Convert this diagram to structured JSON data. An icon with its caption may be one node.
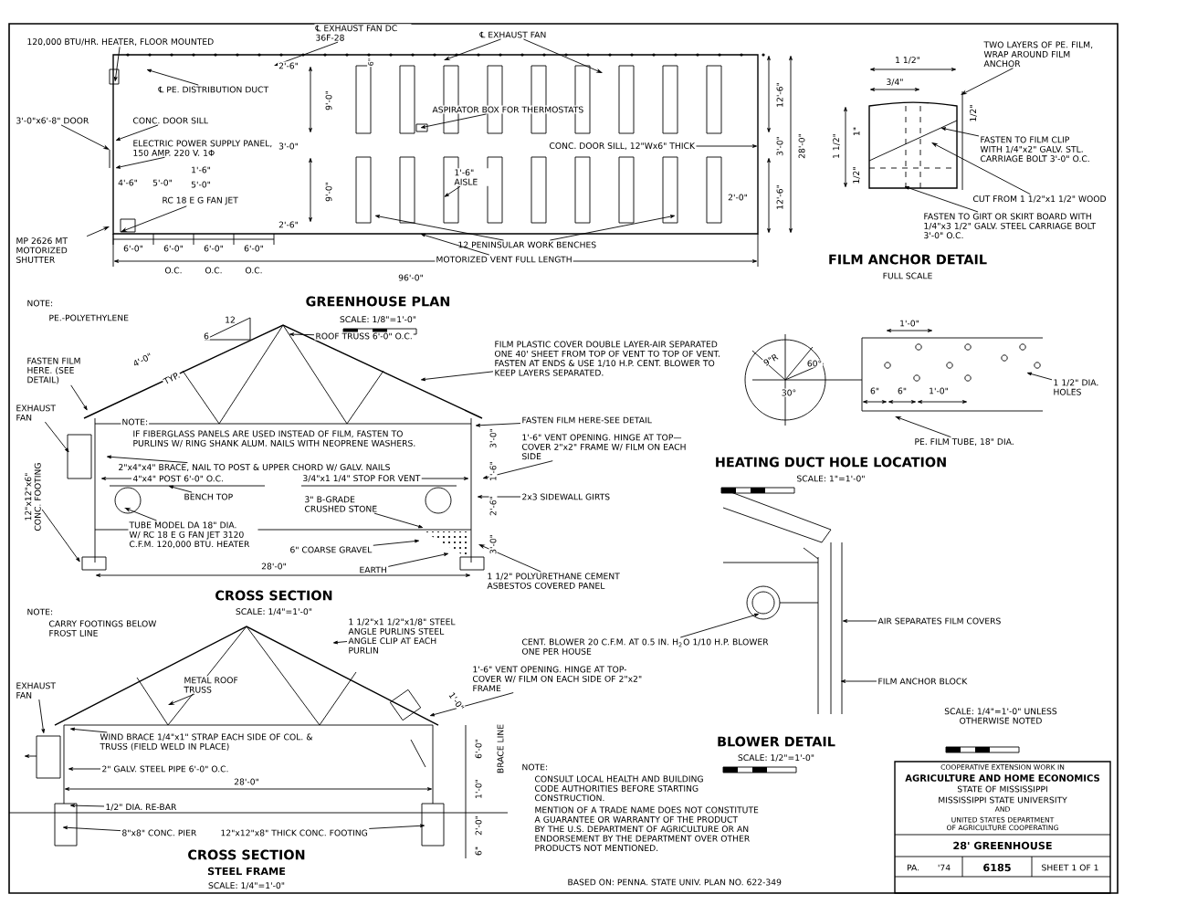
{
  "diagram": {
    "nodes": [
      {
        "text": [],
        "shape": "picture"
      },
      {
        "text": [
          "120,000 BTU/HR. HEATER, FLOOR MOUNTED"
        ]
      },
      {
        "text": [
          "℄ EXHAUST FAN DC 36F-28"
        ]
      },
      {
        "text": [
          "℄ EXHAUST FAN"
        ]
      },
      {
        "text": [
          "℄ PE. DISTRIBUTION DUCT"
        ],
        "in": 0
      },
      {
        "text": [
          "ASPIRATOR BOX FOR THERMOSTATS"
        ],
        "in": 0
      },
      {
        "text": [
          "3'-0\"x6'-8\" DOOR"
        ]
      },
      {
        "text": [
          "CONC. DOOR SILL"
        ],
        "in": 0
      },
      {
        "text": [
          "ELECTRIC POWER SUPPLY PANEL, 150 AMP. 220 V. 1Φ"
        ],
        "in": 0
      },
      {
        "text": [
          "CONC. DOOR SILL, 12\"Wx6\" THICK"
        ],
        "in": 0
      },
      {
        "text": [
          "1'-6\" AISLE"
        ],
        "in": 0
      },
      {
        "text": [
          "RC 18 E G FAN JET"
        ],
        "in": 0
      },
      {
        "text": [
          "12 PENINSULAR WORK BENCHES"
        ]
      },
      {
        "text": [
          "MOTORIZED VENT FULL LENGTH"
        ]
      },
      {
        "text": [
          "MP 2626 MT MOTORIZED SHUTTER"
        ]
      },
      {
        "text": [],
        "shape": "picture"
      },
      {
        "text": [
          "FASTEN FILM HERE. (SEE DETAIL)"
        ]
      },
      {
        "text": [
          "EXHAUST FAN"
        ]
      },
      {
        "text": [
          "ROOF TRUSS 6'-0\" O.C."
        ],
        "in": 15
      },
      {
        "text": [
          "FILM PLASTIC COVER DOUBLE LAYER-AIR SEPARATED ONE 40' SHEET FROM TOP OF VENT TO TOP OF VENT. FASTEN AT ENDS & USE 1/10 H.P. CENT. BLOWER TO KEEP LAYERS SEPARATED."
        ]
      },
      {
        "text": [
          "FASTEN FILM HERE-SEE DETAIL"
        ]
      },
      {
        "text": [
          "1'-6\" VENT OPENING. HINGE AT TOP—COVER 2\"x2\" FRAME W/ FILM ON EACH SIDE"
        ]
      },
      {
        "text": [
          "2x3 SIDEWALL GIRTS"
        ]
      },
      {
        "text": [
          "4\"x4\" POST 6'-0\" O.C."
        ],
        "in": 15
      },
      {
        "text": [
          "2\"x4\"x4\" BRACE, NAIL TO POST & UPPER CHORD W/ GALV. NAILS"
        ],
        "in": 15
      },
      {
        "text": [
          "3/4\"x1 1/4\" STOP FOR VENT"
        ],
        "in": 15
      },
      {
        "text": [
          "BENCH TOP"
        ],
        "in": 15
      },
      {
        "text": [
          "3\" B-GRADE CRUSHED STONE"
        ],
        "in": 15
      },
      {
        "text": [
          "TUBE MODEL DA 18\" DIA. W/ RC 18 E G FAN JET 3120 C.F.M. 120,000 BTU. HEATER"
        ],
        "in": 15
      },
      {
        "text": [
          "6\" COARSE GRAVEL"
        ],
        "in": 15
      },
      {
        "text": [
          "EARTH"
        ],
        "in": 15
      },
      {
        "text": [
          "1 1/2\" POLYURETHANE CEMENT ASBESTOS COVERED PANEL"
        ]
      },
      {
        "text": [
          "12\"x12\"x6\" CONC. FOOTING"
        ]
      },
      {
        "text": [],
        "shape": "picture"
      },
      {
        "text": [
          "TWO LAYERS OF PE. FILM, WRAP AROUND FILM ANCHOR"
        ]
      },
      {
        "text": [
          "FASTEN TO FILM CLIP WITH 1/4\"x2\" GALV. STL. CARRIAGE BOLT 3'-0\" O.C."
        ]
      },
      {
        "text": [
          "CUT FROM 1 1/2\"x1 1/2\" WOOD"
        ]
      },
      {
        "text": [
          "FASTEN TO GIRT OR SKIRT BOARD WITH 1/4\"x3 1/2\" GALV. STEEL CARRIAGE BOLT 3'-0\" O.C."
        ]
      },
      {
        "text": [],
        "shape": "picture"
      },
      {
        "text": [
          "PE. FILM TUBE, 18\" DIA."
        ]
      },
      {
        "text": [
          "1 1/2\" DIA. HOLES"
        ]
      },
      {
        "text": [],
        "shape": "picture"
      },
      {
        "text": [
          "CENT. BLOWER 20 C.F.M. AT 0.5 IN. H$_{2}$O 1/10 H.P. BLOWER ONE PER HOUSE"
        ]
      },
      {
        "text": [
          "AIR SEPARATES FILM COVERS"
        ]
      },
      {
        "text": [
          "FILM ANCHOR BLOCK"
        ]
      },
      {
        "text": [],
        "shape": "picture"
      },
      {
        "text": [
          "EXHAUST FAN"
        ]
      },
      {
        "text": [
          "METAL ROOF TRUSS"
        ],
        "in": 45
      },
      {
        "text": [
          "1 1/2\"x1 1/2\"x1/8\" STEEL ANGLE PURLINS STEEL ANGLE CLIP AT EACH PURLIN"
        ]
      },
      {
        "text": [
          "1'-6\" VENT OPENING. HINGE AT TOP-COVER W/ FILM ON EACH SIDE OF 2\"x2\" FRAME"
        ]
      },
      {
        "text": [
          "WIND BRACE 1/4\"x1\" STRAP EACH SIDE OF COL. & TRUSS (FIELD WELD IN PLACE)"
        ],
        "in": 45
      },
      {
        "text": [
          "2\" GALV. STEEL PIPE 6'-0\" O.C."
        ],
        "in": 45
      },
      {
        "text": [
          "1/2\" DIA. RE-BAR"
        ],
        "in": 45
      },
      {
        "text": [
          "8\"x8\" CONC. PIER"
        ],
        "in": 45
      },
      {
        "text": [
          "12\"x12\"x8\" THICK CONC. FOOTING"
        ],
        "in": 45
      },
      {
        "text": [
          "COOPERATIVE EXTENSION WORK IN",
          "AGRICULTURE AND HOME ECONOMICS",
          "STATE OF MISSISSIPPI",
          "MISSISSIPPI STATE UNIVERSITY",
          "AND",
          "UNITED STATES DEPARTMENT OF AGRICULTURE COOPERATING",
          "28' GREENHOUSE",
          "PA.",
          "'74",
          "6185",
          "SHEET 1 OF 1"
        ]
      }
    ],
    "edges": [
      {
        "from": 1,
        "to": 0,
        "arrow": "to"
      },
      {
        "from": 2,
        "to": 0,
        "arrow": "to"
      },
      {
        "from": 3,
        "to": 0,
        "arrow": "to"
      },
      {
        "from": 3,
        "to": 0,
        "arrow": "to"
      },
      {
        "from": 4,
        "to": 0,
        "arrow": "to"
      },
      {
        "from": 5,
        "to": 0,
        "arrow": "to"
      },
      {
        "from": 6,
        "to": 0,
        "arrow": "to"
      },
      {
        "from": 7,
        "to": 0,
        "arrow": "to"
      },
      {
        "from": 8,
        "to": 0,
        "arrow": "to"
      },
      {
        "from": 9,
        "to": 0,
        "arrow": "to"
      },
      {
        "from": 10,
        "to": 0,
        "arrow": "to"
      },
      {
        "from": 11,
        "to": 0,
        "arrow": "to"
      },
      {
        "from": 12,
        "to": 0,
        "arrow": "to"
      },
      {
        "from": 12,
        "to": 0,
        "arrow": "to"
      },
      {
        "from": 13,
        "to": 0,
        "arrow": "to"
      },
      {
        "from": 14,
        "to": 0,
        "arrow": "to"
      },
      {
        "from": 16,
        "to": 15,
        "arrow": "to"
      },
      {
        "from": 17,
        "to": 15,
        "arrow": "to"
      },
      {
        "from": 18,
        "to": 15,
        "arrow": "to"
      },
      {
        "from": 19,
        "to": 15,
        "arrow": "to"
      },
      {
        "from": 20,
        "to": 15,
        "arrow": "to"
      },
      {
        "from": 21,
        "to": 15,
        "arrow": "to"
      },
      {
        "from": 22,
        "to": 15,
        "arrow": "to"
      },
      {
        "from": 23,
        "to": 15,
        "arrow": "to"
      },
      {
        "from": 24,
        "to": 15,
        "arrow": "to"
      },
      {
        "from": 25,
        "to": 15,
        "arrow": "to"
      },
      {
        "from": 26,
        "to": 15,
        "arrow": "to"
      },
      {
        "from": 27,
        "to": 15,
        "arrow": "to"
      },
      {
        "from": 28,
        "to": 15,
        "arrow": "to"
      },
      {
        "from": 29,
        "to": 15,
        "arrow": "to"
      },
      {
        "from": 30,
        "to": 15,
        "arrow": "to"
      },
      {
        "from": 31,
        "to": 15,
        "arrow": "to"
      },
      {
        "from": 32,
        "to": 15,
        "arrow": "to"
      },
      {
        "from": 34,
        "to": 33,
        "arrow": "to"
      },
      {
        "from": 35,
        "to": 33,
        "arrow": "to"
      },
      {
        "from": 36,
        "to": 33,
        "arrow": "to"
      },
      {
        "from": 37,
        "to": 33,
        "arrow": "to"
      },
      {
        "from": 39,
        "to": 38,
        "arrow": "to"
      },
      {
        "from": 40,
        "to": 38,
        "arrow": "to"
      },
      {
        "from": 42,
        "to": 41,
        "arrow": "to"
      },
      {
        "from": 43,
        "to": 41,
        "arrow": "to"
      },
      {
        "from": 44,
        "to": 41,
        "arrow": "to"
      },
      {
        "from": 46,
        "to": 45,
        "arrow": "to"
      },
      {
        "from": 47,
        "to": 45,
        "arrow": "to"
      },
      {
        "from": 48,
        "to": 45,
        "arrow": "to"
      },
      {
        "from": 49,
        "to": 45,
        "arrow": "to"
      },
      {
        "from": 50,
        "to": 45,
        "arrow": "to"
      },
      {
        "from": 51,
        "to": 45,
        "arrow": "to"
      },
      {
        "from": 52,
        "to": 45,
        "arrow": "to"
      },
      {
        "from": 53,
        "to": 45,
        "arrow": "to"
      },
      {
        "from": 54,
        "to": 45,
        "arrow": "to"
      }
    ],
    "labels": [
      "2'-6\"",
      "6\"",
      "9'-0\"",
      "3'-0\"",
      "9'-0\"",
      "2'-6\"",
      "4'-6\"",
      "5'-0\"",
      "1'-6\"",
      "5'-0\"",
      "6'-0\"",
      "6'-0\"",
      "6'-0\"",
      "6'-0\"",
      "O.C.",
      "O.C.",
      "O.C.",
      "96'-0\"",
      "12'-6\"",
      "3'-0\"",
      "12'-6\"",
      "28'-0\"",
      "2'-0\"",
      "NOTE:",
      "GREENHOUSE PLAN",
      "PE.-POLYETHYLENE",
      "12",
      "SCALE: 1/8\"=1'-0\"",
      "6",
      "4'-0\"",
      "TYP.",
      "NOTE:",
      "IF FIBERGLASS PANELS ARE USED INSTEAD OF FILM, FASTEN TO PURLINS W/ RING SHANK ALUM. NAILS WITH NEOPRENE WASHERS.",
      "3'-0\"",
      "1'-6\"",
      "2'-6\"",
      "3'-0\"",
      "28'-0\"",
      "CROSS SECTION",
      "SCALE: 1/4\"=1'-0\"",
      "1 1/2\"",
      "3/4\"",
      "1/2\"",
      "1 1/2\"",
      "1\"",
      "1/2\"",
      "FILM ANCHOR DETAIL",
      "FULL SCALE",
      "1'-0\"",
      "6\"",
      "6\"",
      "1'-0\"",
      "9\"R",
      "60°",
      "30°",
      "HEATING DUCT HOLE LOCATION",
      "SCALE: 1\"=1'-0\"",
      "BLOWER DETAIL",
      "SCALE: 1/2\"=1'-0\"",
      "NOTE:",
      "CARRY FOOTINGS BELOW FROST LINE",
      "28'-0\"",
      "1'-0\"",
      "6'-0\"",
      "1'-0\"",
      "2'-0\"",
      "6\"",
      "BRACE LINE",
      "CROSS SECTION",
      "STEEL FRAME",
      "SCALE: 1/4\"=1'-0\"",
      "NOTE:",
      "CONSULT LOCAL HEALTH AND BUILDING CODE AUTHORITIES BEFORE STARTING CONSTRUCTION.",
      "MENTION OF A TRADE NAME DOES NOT CONSTITUTE A GUARANTEE OR WARRANTY OF THE PRODUCT BY THE U.S. DEPARTMENT OF AGRICULTURE OR AN ENDORSEMENT BY THE DEPARTMENT OVER OTHER PRODUCTS NOT MENTIONED.",
      "BASED ON: PENNA. STATE UNIV. PLAN NO. 622-349",
      "SCALE: 1/4\"=1'-0\" UNLESS OTHERWISE NOTED"
    ]
  }
}
